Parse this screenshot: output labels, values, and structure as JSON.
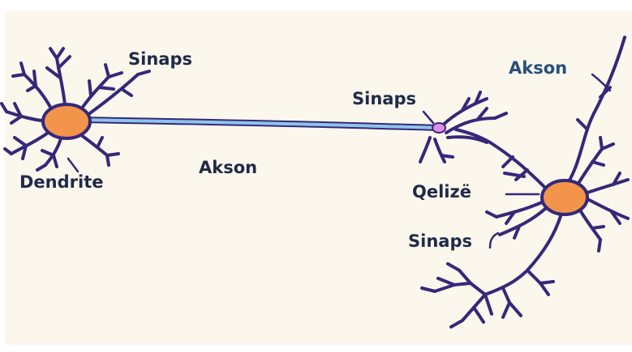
{
  "labels": {
    "sinaps_top": "Sinaps",
    "dendrite": "Dendrite",
    "akson_middle": "Akson",
    "sinaps_middle": "Sinaps",
    "akson_right": "Akson",
    "qelize": "Qelizë",
    "sinaps_bottom": "Sinaps"
  },
  "colors": {
    "background": "#fcf7ec",
    "neuron": "#35287a",
    "cell_body": "#f2954b",
    "axon_fill": "#8fc4ea",
    "synapse": "#e08ce8",
    "label_dark": "#1f2a4a",
    "label_blue": "#27507a"
  }
}
